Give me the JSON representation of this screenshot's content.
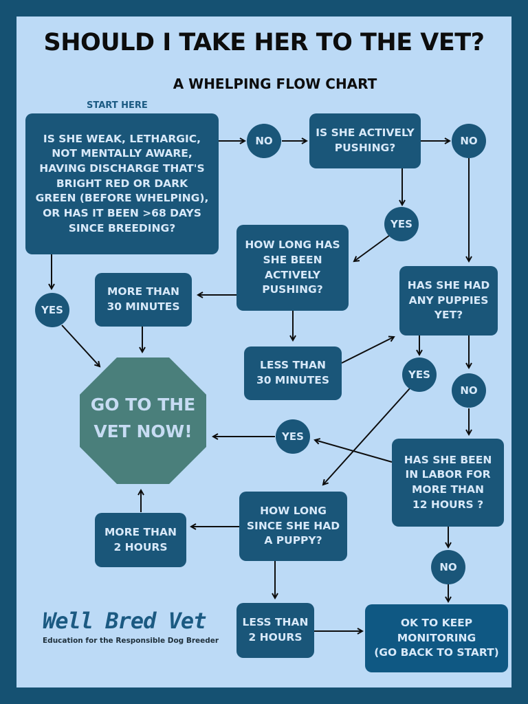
{
  "header": {
    "title": "SHOULD I TAKE HER TO THE VET?",
    "subtitle": "A WHELPING FLOW CHART",
    "start_label": "START HERE"
  },
  "nodes": {
    "q_weak": "IS SHE WEAK, LETHARGIC,\nNOT MENTALLY AWARE,\nHAVING DISCHARGE THAT'S\nBRIGHT RED OR DARK\nGREEN (BEFORE WHELPING),\nOR HAS IT BEEN >68 DAYS\nSINCE BREEDING?",
    "q_pushing": "IS SHE ACTIVELY\nPUSHING?",
    "q_how_long_pushing": "HOW LONG HAS\nSHE BEEN\nACTIVELY\nPUSHING?",
    "more_30": "MORE THAN\n30 MINUTES",
    "less_30": "LESS THAN\n30 MINUTES",
    "q_puppies": "HAS SHE HAD\nANY PUPPIES\nYET?",
    "q_labor": "HAS SHE BEEN\nIN LABOR FOR\nMORE THAN\n12 HOURS ?",
    "q_since_puppy": "HOW LONG\nSINCE SHE HAD\nA PUPPY?",
    "more_2": "MORE THAN\n2 HOURS",
    "less_2": "LESS THAN\n2 HOURS",
    "ok_monitor": "OK TO KEEP\nMONITORING\n(GO BACK TO START)",
    "go_vet": "GO TO THE\nVET NOW!"
  },
  "answers": {
    "no_1": "NO",
    "no_2": "NO",
    "yes_pushing": "YES",
    "yes_weak": "YES",
    "yes_puppies": "YES",
    "no_puppies": "NO",
    "yes_labor": "YES",
    "no_labor": "NO"
  },
  "brand": {
    "name": "Well Bred Vet",
    "tagline": "Education for the Responsible Dog Breeder"
  },
  "colors": {
    "background": "#bcdaf6",
    "border": "#155172",
    "node": "#1a5679",
    "stop_sign": "#4a7f7b"
  }
}
